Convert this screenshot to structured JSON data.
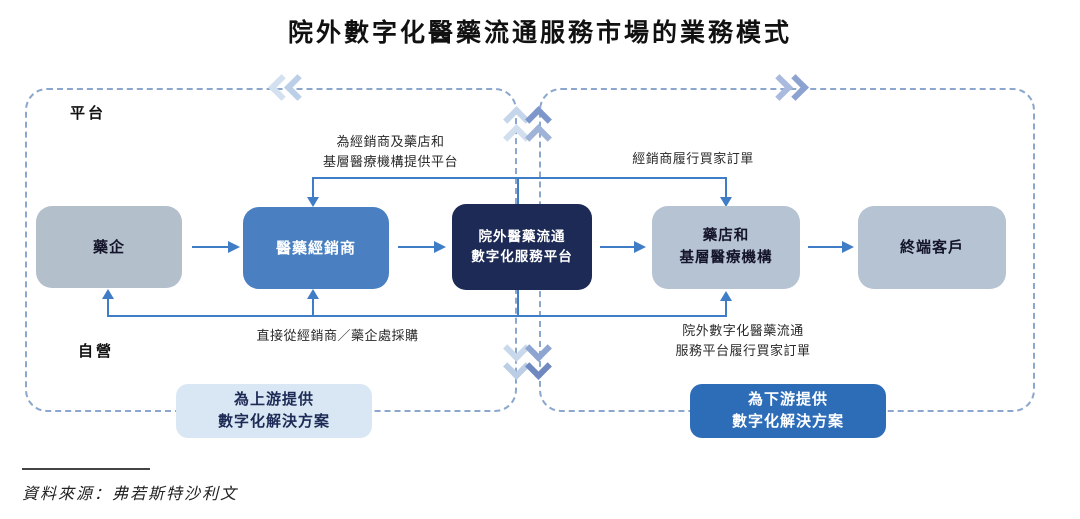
{
  "title": "院外數字化醫藥流通服務市場的業務模式",
  "source": "資料來源：弗若斯特沙利文",
  "colors": {
    "accent_blue": "#3f7dc6",
    "navy_box": "#1c2a55",
    "medium_blue_box": "#4a80c1",
    "gray_box": "#b6c3d2",
    "light_blue_box": "#d9e7f4",
    "downstream_blue_box": "#2d6db8",
    "dashed_border": "#8ba7cd"
  },
  "sections": {
    "platform": {
      "label": "平台"
    },
    "self_operated": {
      "label": "自營"
    }
  },
  "nodes": {
    "pharma": {
      "label": "藥企"
    },
    "distributor": {
      "label": "醫藥經銷商"
    },
    "platform": {
      "line1": "院外醫藥流通",
      "line2": "數字化服務平台"
    },
    "pharmacy": {
      "line1": "藥店和",
      "line2": "基層醫療機構"
    },
    "end_customer": {
      "label": "終端客戶"
    }
  },
  "annotations": {
    "provide_platform": {
      "line1": "為經銷商及藥店和",
      "line2": "基層醫療機構提供平台"
    },
    "distributor_fulfill": {
      "label": "經銷商履行買家訂單"
    },
    "direct_purchase": {
      "label": "直接從經銷商／藥企處採購"
    },
    "platform_fulfill": {
      "line1": "院外數字化醫藥流通",
      "line2": "服務平台履行買家訂單"
    }
  },
  "solutions": {
    "upstream": {
      "line1": "為上游提供",
      "line2": "數字化解決方案"
    },
    "downstream": {
      "line1": "為下游提供",
      "line2": "數字化解決方案"
    }
  }
}
